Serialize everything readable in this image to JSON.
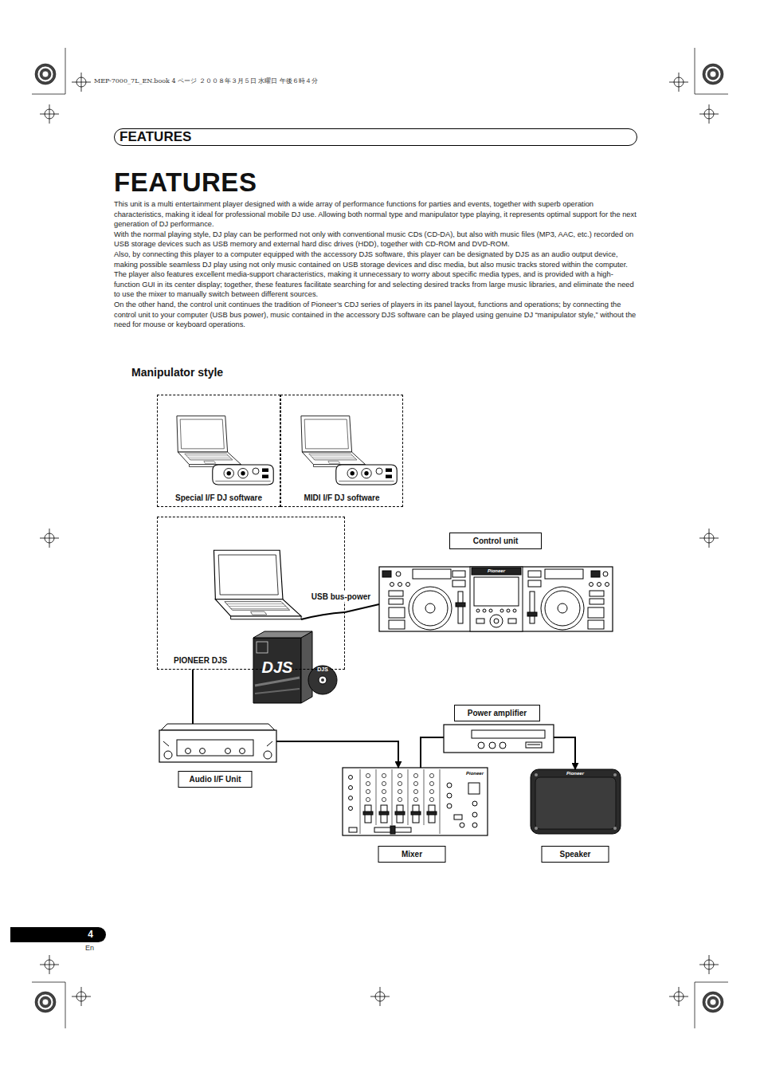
{
  "diagram": {
    "title": "FEATURES",
    "nodes": [
      {
        "text": [
          "FEATURES"
        ]
      },
      {
        "text": [
          "Special I/F DJ software"
        ]
      },
      {
        "text": [
          "MIDI I/F DJ software"
        ]
      },
      {
        "text": [
          "PIONEER DJS"
        ]
      },
      {
        "text": [
          "Control unit"
        ]
      },
      {
        "text": [
          "Power amplifier"
        ]
      },
      {
        "text": [
          "Audio I/F Unit"
        ]
      },
      {
        "text": [
          "Mixer"
        ]
      },
      {
        "text": [
          "Speaker"
        ]
      },
      {
        "text": [
          "4"
        ]
      }
    ],
    "edges": [
      {
        "from": 3,
        "to": 4,
        "arrow": "none",
        "label": "USB bus-power"
      },
      {
        "from": 3,
        "to": 6,
        "arrow": "none"
      },
      {
        "from": 6,
        "to": 7,
        "arrow": "to"
      },
      {
        "from": 7,
        "to": 5,
        "arrow": "none"
      },
      {
        "from": 5,
        "to": 8,
        "arrow": "to"
      }
    ],
    "labels": [
      "MEP-7000_7L_EN.book 4 ページ ２００８年３月５日 水曜日 午後６時４分",
      "This unit is a multi entertainment player designed with a wide array of performance functions for parties and events, together with superb operation characteristics, making it ideal for professional mobile DJ use. Allowing both normal type and manipulator type playing, it represents optimal support for the next generation of DJ performance.",
      "With the normal playing style, DJ play can be performed not only with conventional music CDs (CD-DA), but also with music files (MP3, AAC, etc.) recorded on USB storage devices such as USB memory and external hard disc drives (HDD), together with CD-ROM and DVD-ROM.",
      "Also, by connecting this player to a computer equipped with the accessory DJS software, this player can be designated by DJS as an audio output device, making possible seamless DJ play using not only music contained on USB storage devices and disc media, but also music tracks stored within the computer.",
      "The player also features excellent media-support characteristics, making it unnecessary to worry about specific media types, and is provided with a high-function GUI in its center display; together, these features facilitate searching for and selecting desired tracks from large music libraries, and eliminate the need to use the mixer to manually switch between different sources.",
      "On the other hand, the control unit continues the tradition of Pioneer’s CDJ series of players in its panel layout, functions and operations; by connecting the control unit to your computer (USB bus power), music contained in the accessory DJS software can be played using genuine DJ “manipulator style,” without the need for mouse or keyboard operations.",
      "Manipulator style",
      "Pioneer",
      "DJS",
      "DJS",
      "Pioneer",
      "Pioneer",
      "En"
    ]
  }
}
